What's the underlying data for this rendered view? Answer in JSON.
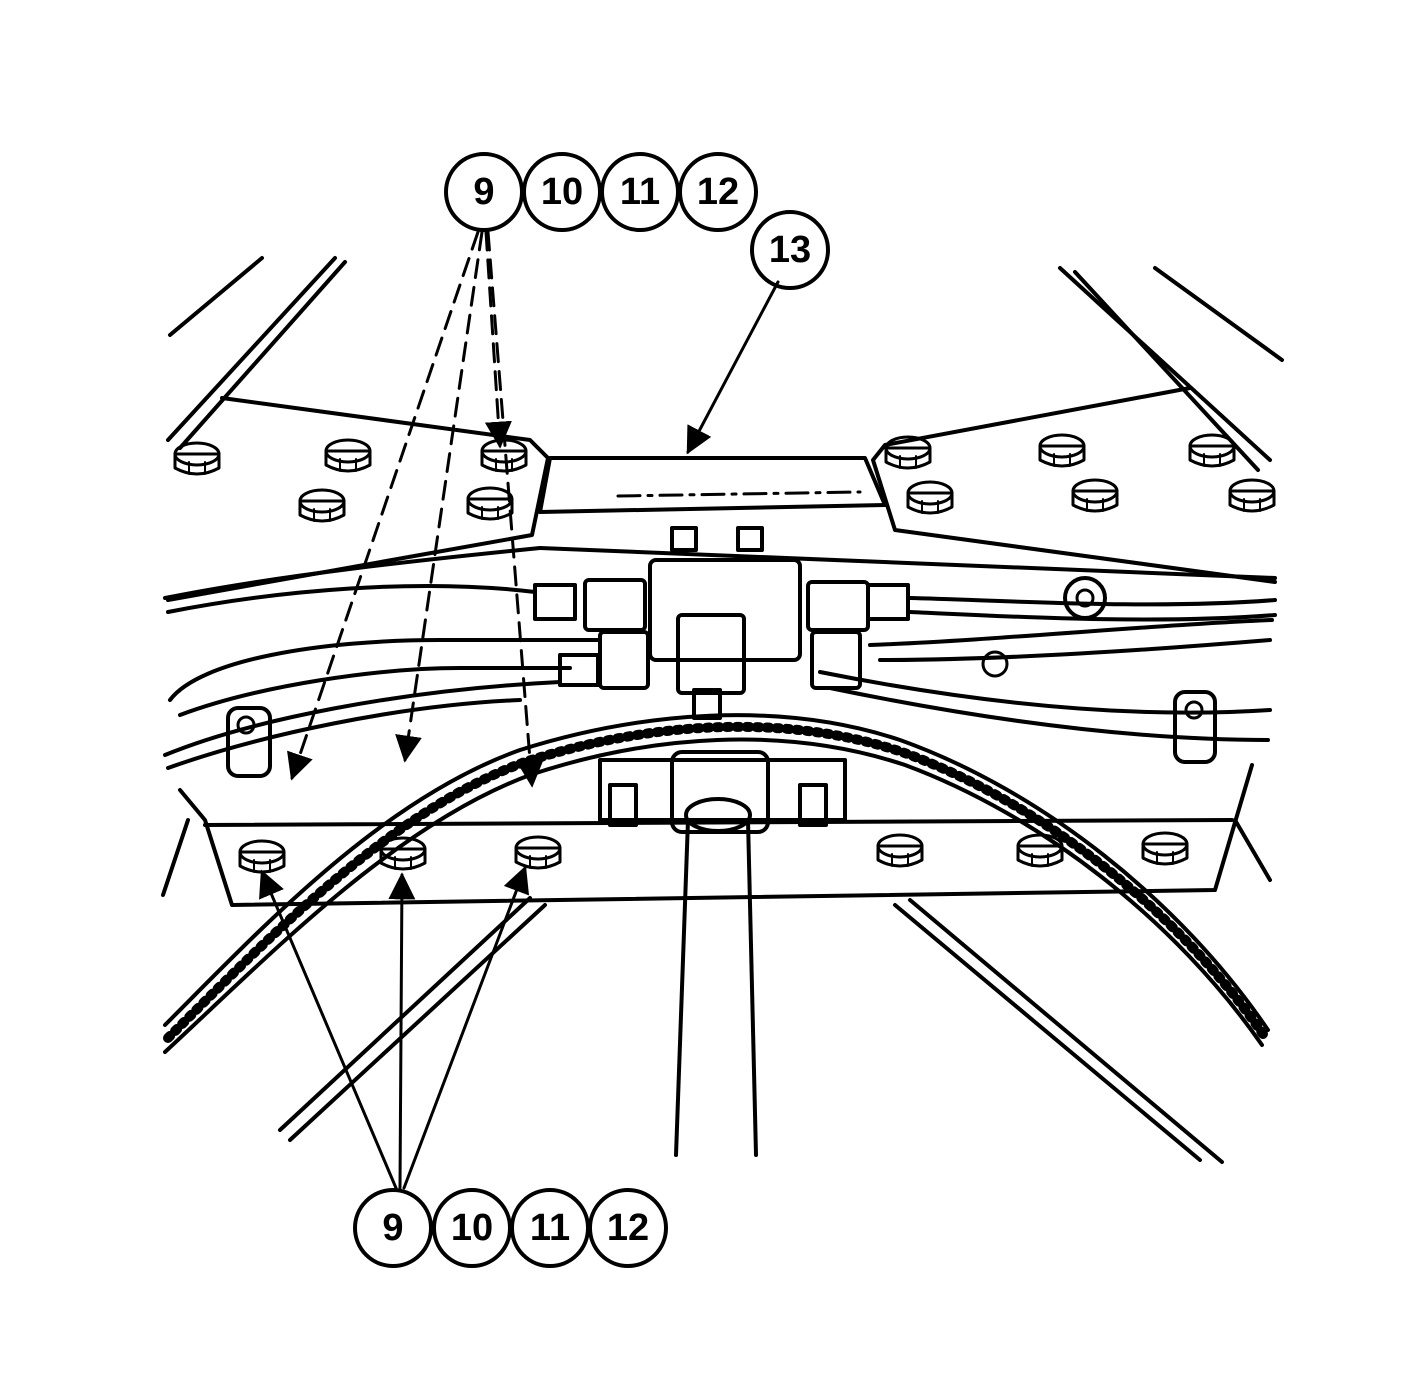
{
  "callouts": {
    "top": [
      "9",
      "10",
      "11",
      "12"
    ],
    "cover": "13",
    "bottom": [
      "9",
      "10",
      "11",
      "12"
    ]
  },
  "colors": {
    "ink": "#000000",
    "paper": "#ffffff"
  }
}
